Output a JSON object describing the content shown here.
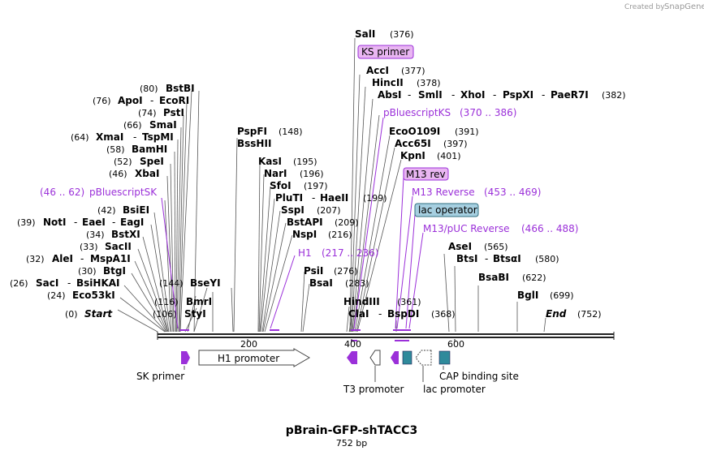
{
  "credit": {
    "created_by": "Created by",
    "brand": "SnapGene"
  },
  "map": {
    "name": "pBrain-GFP-shTACC3",
    "length_label": "752 bp"
  },
  "axis": {
    "ticks": [
      "200",
      "400",
      "600"
    ]
  },
  "sites": [
    {
      "name": "Start",
      "pos": "(0)"
    },
    {
      "name": "Eco53kI",
      "pos": "(24)"
    },
    {
      "name": "SacI",
      "alt": "BsiHKAI",
      "pos": "(26)"
    },
    {
      "name": "BtgI",
      "pos": "(30)"
    },
    {
      "name": "AleI",
      "alt": "MspA1I",
      "pos": "(32)"
    },
    {
      "name": "SacII",
      "pos": "(33)"
    },
    {
      "name": "BstXI",
      "pos": "(34)"
    },
    {
      "name": "NotI",
      "alt": "EaeI",
      "alt2": "EagI",
      "pos": "(39)"
    },
    {
      "name": "BsiEI",
      "pos": "(42)"
    },
    {
      "name": "XbaI",
      "pos": "(46)"
    },
    {
      "name": "SpeI",
      "pos": "(52)"
    },
    {
      "name": "BamHI",
      "pos": "(58)"
    },
    {
      "name": "XmaI",
      "alt": "TspMI",
      "pos": "(64)"
    },
    {
      "name": "SmaI",
      "pos": "(66)"
    },
    {
      "name": "PstI",
      "pos": "(74)"
    },
    {
      "name": "ApoI",
      "alt": "EcoRI",
      "pos": "(76)"
    },
    {
      "name": "BstBI",
      "pos": "(80)"
    },
    {
      "name": "StyI",
      "pos": "(106)"
    },
    {
      "name": "BmrI",
      "pos": "(116)"
    },
    {
      "name": "BseYI",
      "pos": "(144)"
    },
    {
      "name": "BssHII"
    },
    {
      "name": "PspFI",
      "pos": "(148)"
    },
    {
      "name": "KasI",
      "pos": "(195)"
    },
    {
      "name": "NarI",
      "pos": "(196)"
    },
    {
      "name": "SfoI",
      "pos": "(197)"
    },
    {
      "name": "PluTI",
      "alt": "HaeII",
      "pos": "(199)"
    },
    {
      "name": "SspI",
      "pos": "(207)"
    },
    {
      "name": "BstAPI",
      "pos": "(209)"
    },
    {
      "name": "NspI",
      "pos": "(216)"
    },
    {
      "name": "PsiI",
      "pos": "(276)"
    },
    {
      "name": "BsaI",
      "pos": "(283)"
    },
    {
      "name": "HindIII"
    },
    {
      "name": "ClaI",
      "alt": "BspDI",
      "pos": "(361)"
    },
    {
      "name": "SalI",
      "pos": "(376)"
    },
    {
      "name": "AccI",
      "pos": "(377)"
    },
    {
      "name": "HincII",
      "pos": "(378)"
    },
    {
      "name": "AbsI",
      "alt": "SmlI",
      "alt2": "XhoI",
      "alt3": "PspXI",
      "alt4": "PaeR7I",
      "pos": "(382)"
    },
    {
      "name": "EcoO109I",
      "pos": "(391)"
    },
    {
      "name": "Acc65I",
      "pos": "(397)"
    },
    {
      "name": "KpnI",
      "pos": "(401)"
    },
    {
      "name": "AseI",
      "pos": "(565)"
    },
    {
      "name": "BtsI",
      "alt": "BtsαI",
      "pos": "(580)"
    },
    {
      "name": "BsaBI",
      "pos": "(622)"
    },
    {
      "name": "BglI",
      "pos": "(699)"
    },
    {
      "name": "End",
      "pos": "(752)"
    }
  ],
  "extra_pos": {
    "hind_clai": "(368)"
  },
  "primer_sites": [
    {
      "name": "pBluescriptSK",
      "range": "(46 .. 62)"
    },
    {
      "name": "H1",
      "range": "(217 .. 236)"
    },
    {
      "name": "pBluescriptKS",
      "range": "(370 .. 386)"
    },
    {
      "name": "M13 Reverse",
      "range": "(453 .. 469)"
    },
    {
      "name": "M13/pUC Reverse",
      "range": "(466 .. 488)"
    }
  ],
  "boxed_labels": {
    "ks_primer": "KS primer",
    "m13_rev": "M13 rev",
    "lac_operator": "lac operator"
  },
  "features": {
    "sk_primer": "SK primer",
    "h1_promoter": "H1 promoter",
    "t3_promoter": "T3 promoter",
    "lac_promoter": "lac promoter",
    "cap_site": "CAP binding site"
  },
  "colors": {
    "purple": "#9b30d9",
    "teal": "#2f8a9b",
    "box_fill": "#e9b6f2",
    "box_border": "#9b30d9",
    "lac_fill": "#a6cfe0"
  }
}
